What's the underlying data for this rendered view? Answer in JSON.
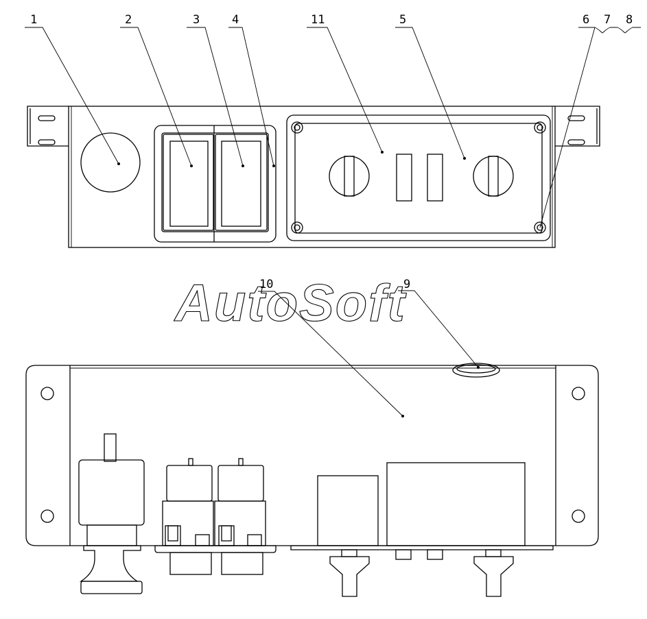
{
  "watermark": "AutoSoft",
  "callouts": [
    {
      "id": "1"
    },
    {
      "id": "2"
    },
    {
      "id": "3"
    },
    {
      "id": "4"
    },
    {
      "id": "11"
    },
    {
      "id": "5"
    },
    {
      "id": "6"
    },
    {
      "id": "7"
    },
    {
      "id": "8"
    },
    {
      "id": "9"
    },
    {
      "id": "10"
    }
  ]
}
